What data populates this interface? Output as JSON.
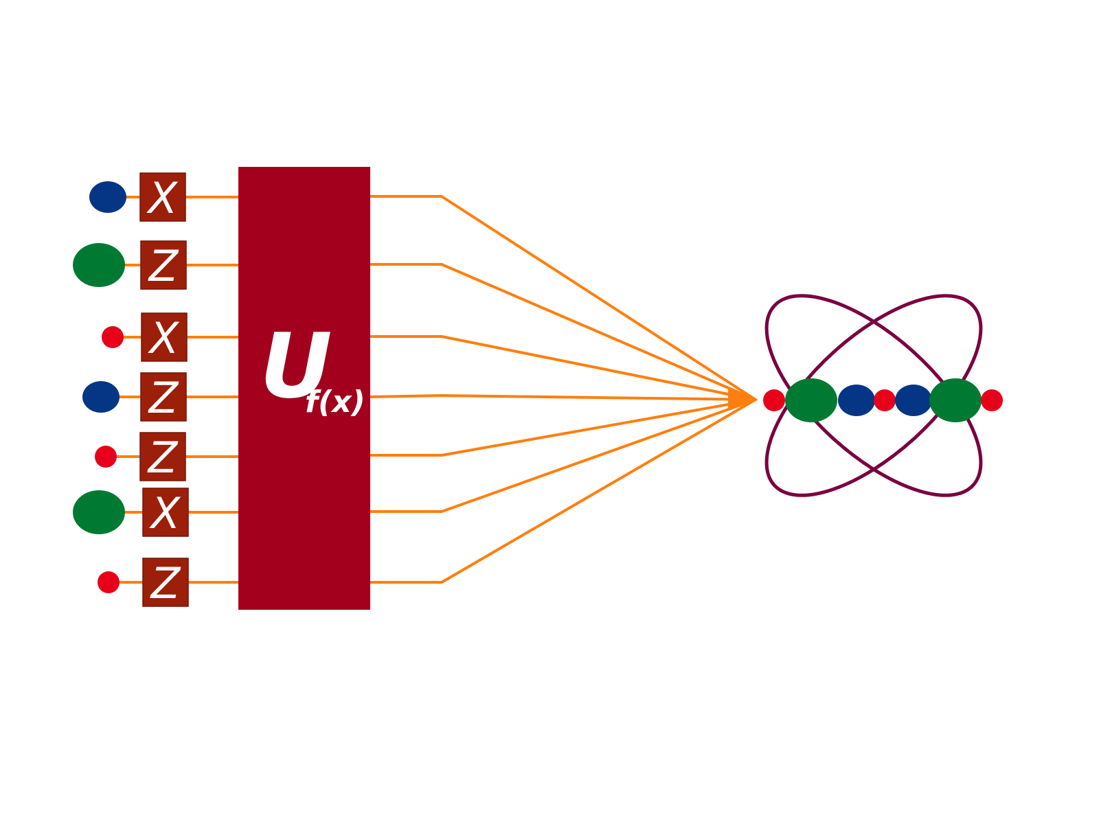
{
  "colors": {
    "wire": "#ff7f0e",
    "gate_fill": "#9c1f0a",
    "unitary_fill": "#a3001e",
    "orbit": "#7a0040",
    "qubit_blue": "#053685",
    "qubit_green": "#007a33",
    "qubit_red": "#e8001a",
    "background": "#ffffff"
  },
  "qubits": [
    {
      "color": "blue",
      "size": "medium",
      "gate": "X"
    },
    {
      "color": "green",
      "size": "large",
      "gate": "Z"
    },
    {
      "color": "red",
      "size": "small",
      "gate": "X"
    },
    {
      "color": "blue",
      "size": "medium",
      "gate": "Z"
    },
    {
      "color": "red",
      "size": "small",
      "gate": "Z"
    },
    {
      "color": "green",
      "size": "large",
      "gate": "X"
    },
    {
      "color": "red",
      "size": "small",
      "gate": "Z"
    }
  ],
  "unitary": {
    "main": "U",
    "subscript": "f(x)"
  },
  "molecule_atoms": [
    "red",
    "green",
    "blue",
    "red",
    "blue",
    "green",
    "red"
  ],
  "icons": {
    "molecule": "atom-orbit-icon"
  }
}
